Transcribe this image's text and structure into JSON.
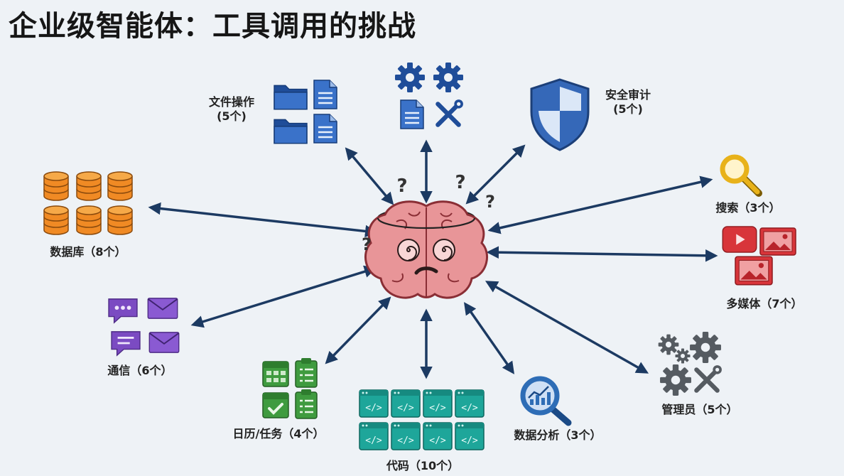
{
  "title": "企业级智能体：工具调用的挑战",
  "center": {
    "question_mark": "?"
  },
  "categories": {
    "file_ops": {
      "name": "文件操作",
      "count": "(5个)"
    },
    "settings": {
      "name": "",
      "count": ""
    },
    "security": {
      "name": "安全审计",
      "count": "(5个)"
    },
    "search": {
      "label": "搜索（3个）"
    },
    "multimedia": {
      "label": "多媒体（7个）"
    },
    "admin": {
      "label": "管理员（5个）"
    },
    "analytics": {
      "label": "数据分析（3个）"
    },
    "code": {
      "label": "代码（10个）"
    },
    "calendar": {
      "label": "日历/任务（4个）"
    },
    "comms": {
      "label": "通信（6个）"
    },
    "database": {
      "label": "数据库（8个）"
    }
  },
  "colors": {
    "file": "#2f5fb3",
    "security": "#3568b8",
    "search": "#e8b21a",
    "media": "#d8353a",
    "admin": "#555b61",
    "analytics": "#2e6db6",
    "code": "#1ea69a",
    "calendar": "#3f9b3f",
    "comms": "#7b4bc2",
    "database": "#ef8a24",
    "arrow": "#1c3a62",
    "brain": "#e89598"
  }
}
